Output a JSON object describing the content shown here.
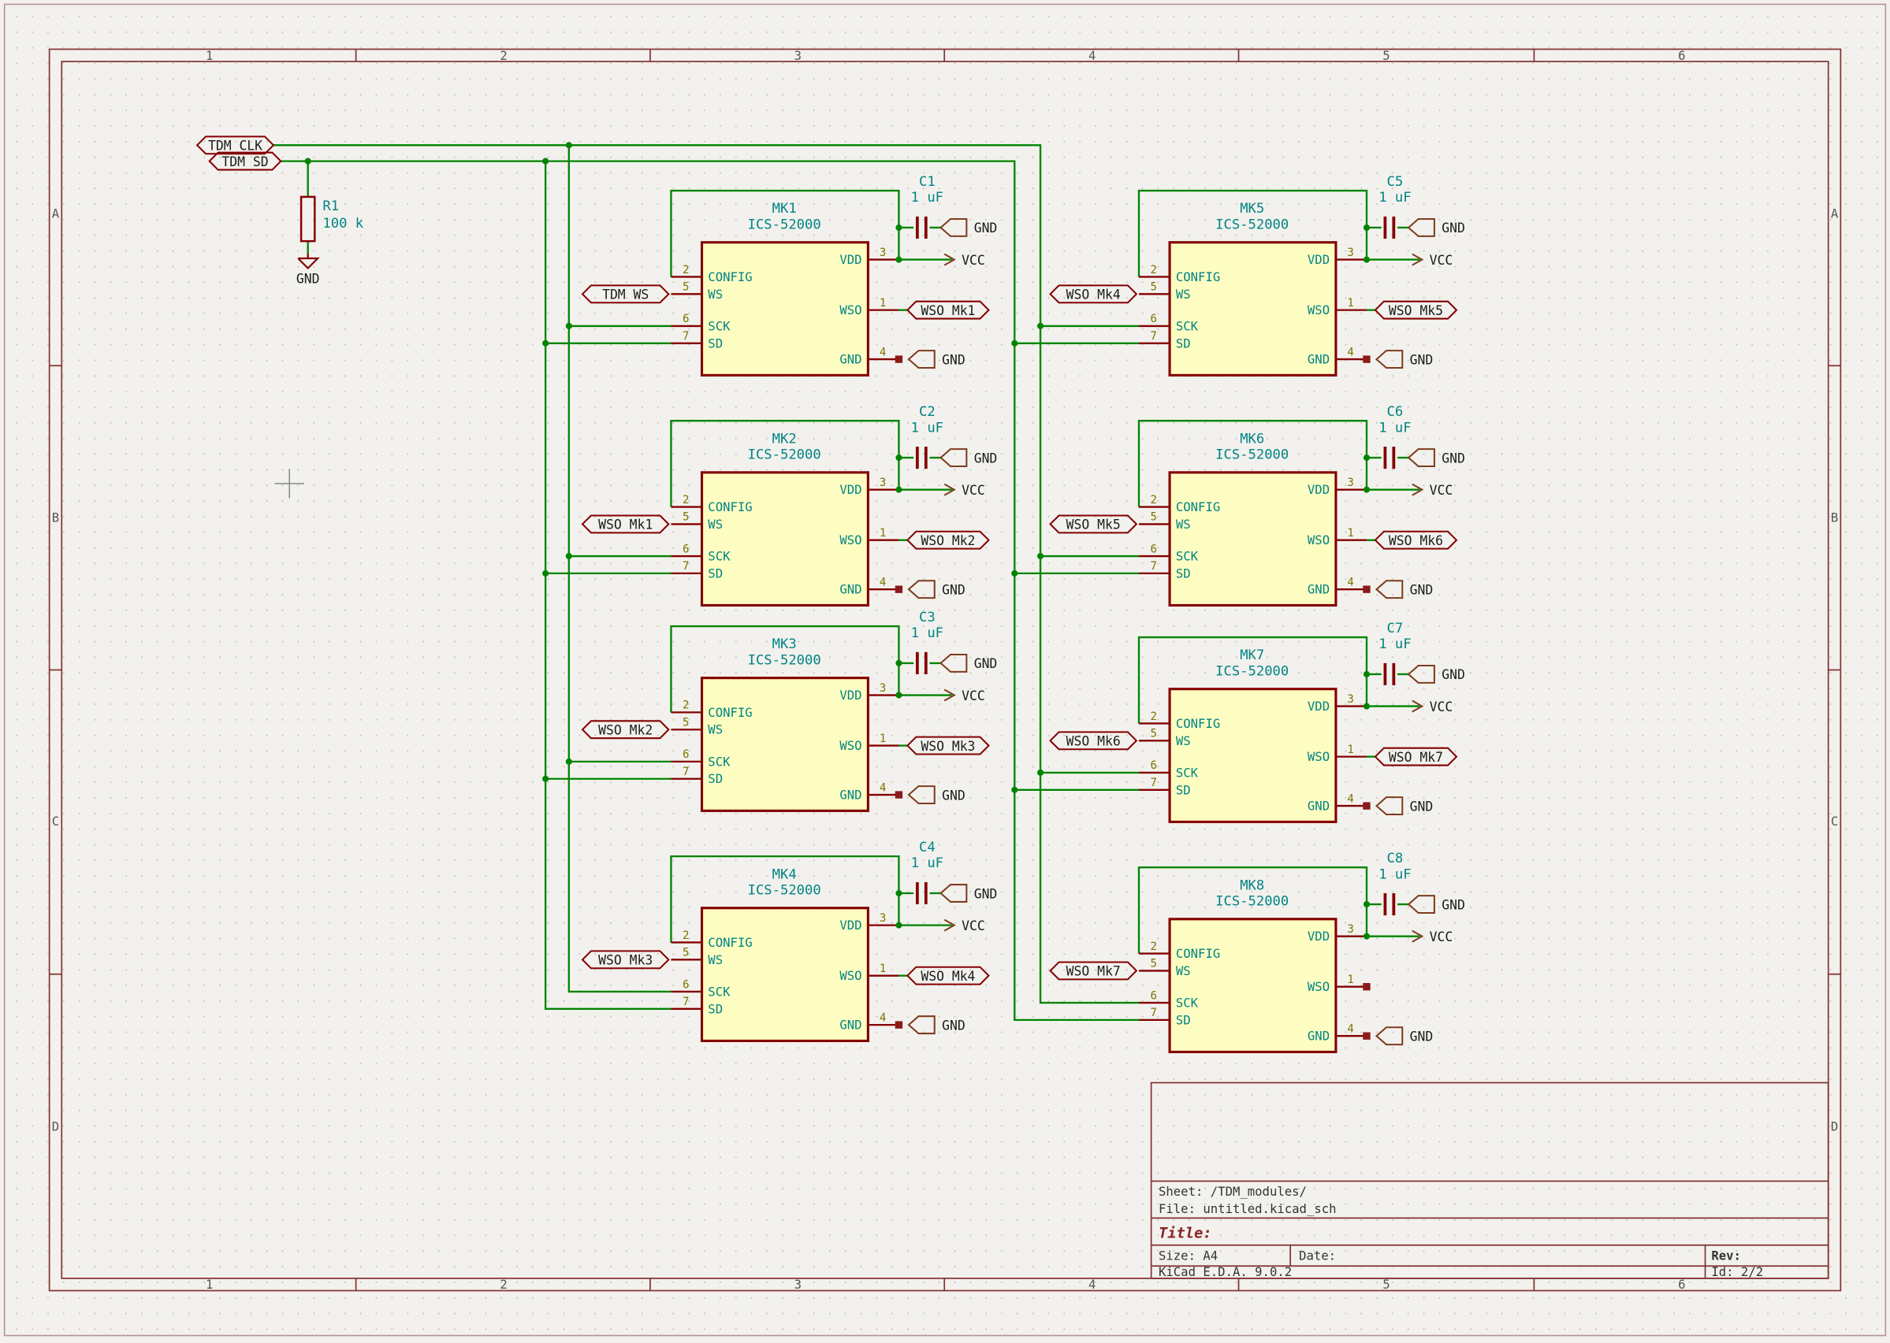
{
  "frame": {
    "columns": [
      "1",
      "2",
      "3",
      "4",
      "5",
      "6"
    ],
    "rows": [
      "A",
      "B",
      "C",
      "D"
    ]
  },
  "title_block": {
    "sheet": "Sheet: /TDM_modules/",
    "file": "File: untitled.kicad_sch",
    "title": "Title:",
    "size": "Size: A4",
    "date": "Date:",
    "rev": "Rev:",
    "generator": "KiCad E.D.A. 9.0.2",
    "id": "Id: 2/2"
  },
  "nets": {
    "tdm_clk": "TDM CLK",
    "tdm_sd": "TDM SD"
  },
  "power": {
    "gnd": "GND",
    "vcc": "VCC"
  },
  "resistor": {
    "ref": "R1",
    "value": "100 k"
  },
  "pin_names": {
    "config": "CONFIG",
    "ws": "WS",
    "sck": "SCK",
    "sd": "SD",
    "vdd": "VDD",
    "wso": "WSO",
    "gnd": "GND"
  },
  "pin_numbers": {
    "config": "2",
    "ws": "5",
    "sck": "6",
    "sd": "7",
    "vdd": "3",
    "wso": "1",
    "gnd": "4"
  },
  "modules": [
    {
      "ref": "MK1",
      "value": "ICS-52000",
      "cap_ref": "C1",
      "cap_value": "1 uF",
      "ws_in": "TDM WS",
      "wso_out": "WSO Mk1"
    },
    {
      "ref": "MK2",
      "value": "ICS-52000",
      "cap_ref": "C2",
      "cap_value": "1 uF",
      "ws_in": "WSO Mk1",
      "wso_out": "WSO Mk2"
    },
    {
      "ref": "MK3",
      "value": "ICS-52000",
      "cap_ref": "C3",
      "cap_value": "1 uF",
      "ws_in": "WSO Mk2",
      "wso_out": "WSO Mk3"
    },
    {
      "ref": "MK4",
      "value": "ICS-52000",
      "cap_ref": "C4",
      "cap_value": "1 uF",
      "ws_in": "WSO Mk3",
      "wso_out": "WSO Mk4"
    },
    {
      "ref": "MK5",
      "value": "ICS-52000",
      "cap_ref": "C5",
      "cap_value": "1 uF",
      "ws_in": "WSO Mk4",
      "wso_out": "WSO Mk5"
    },
    {
      "ref": "MK6",
      "value": "ICS-52000",
      "cap_ref": "C6",
      "cap_value": "1 uF",
      "ws_in": "WSO Mk5",
      "wso_out": "WSO Mk6"
    },
    {
      "ref": "MK7",
      "value": "ICS-52000",
      "cap_ref": "C7",
      "cap_value": "1 uF",
      "ws_in": "WSO Mk6",
      "wso_out": "WSO Mk7"
    },
    {
      "ref": "MK8",
      "value": "ICS-52000",
      "cap_ref": "C8",
      "cap_value": "1 uF",
      "ws_in": "WSO Mk7",
      "wso_out": null
    }
  ]
}
